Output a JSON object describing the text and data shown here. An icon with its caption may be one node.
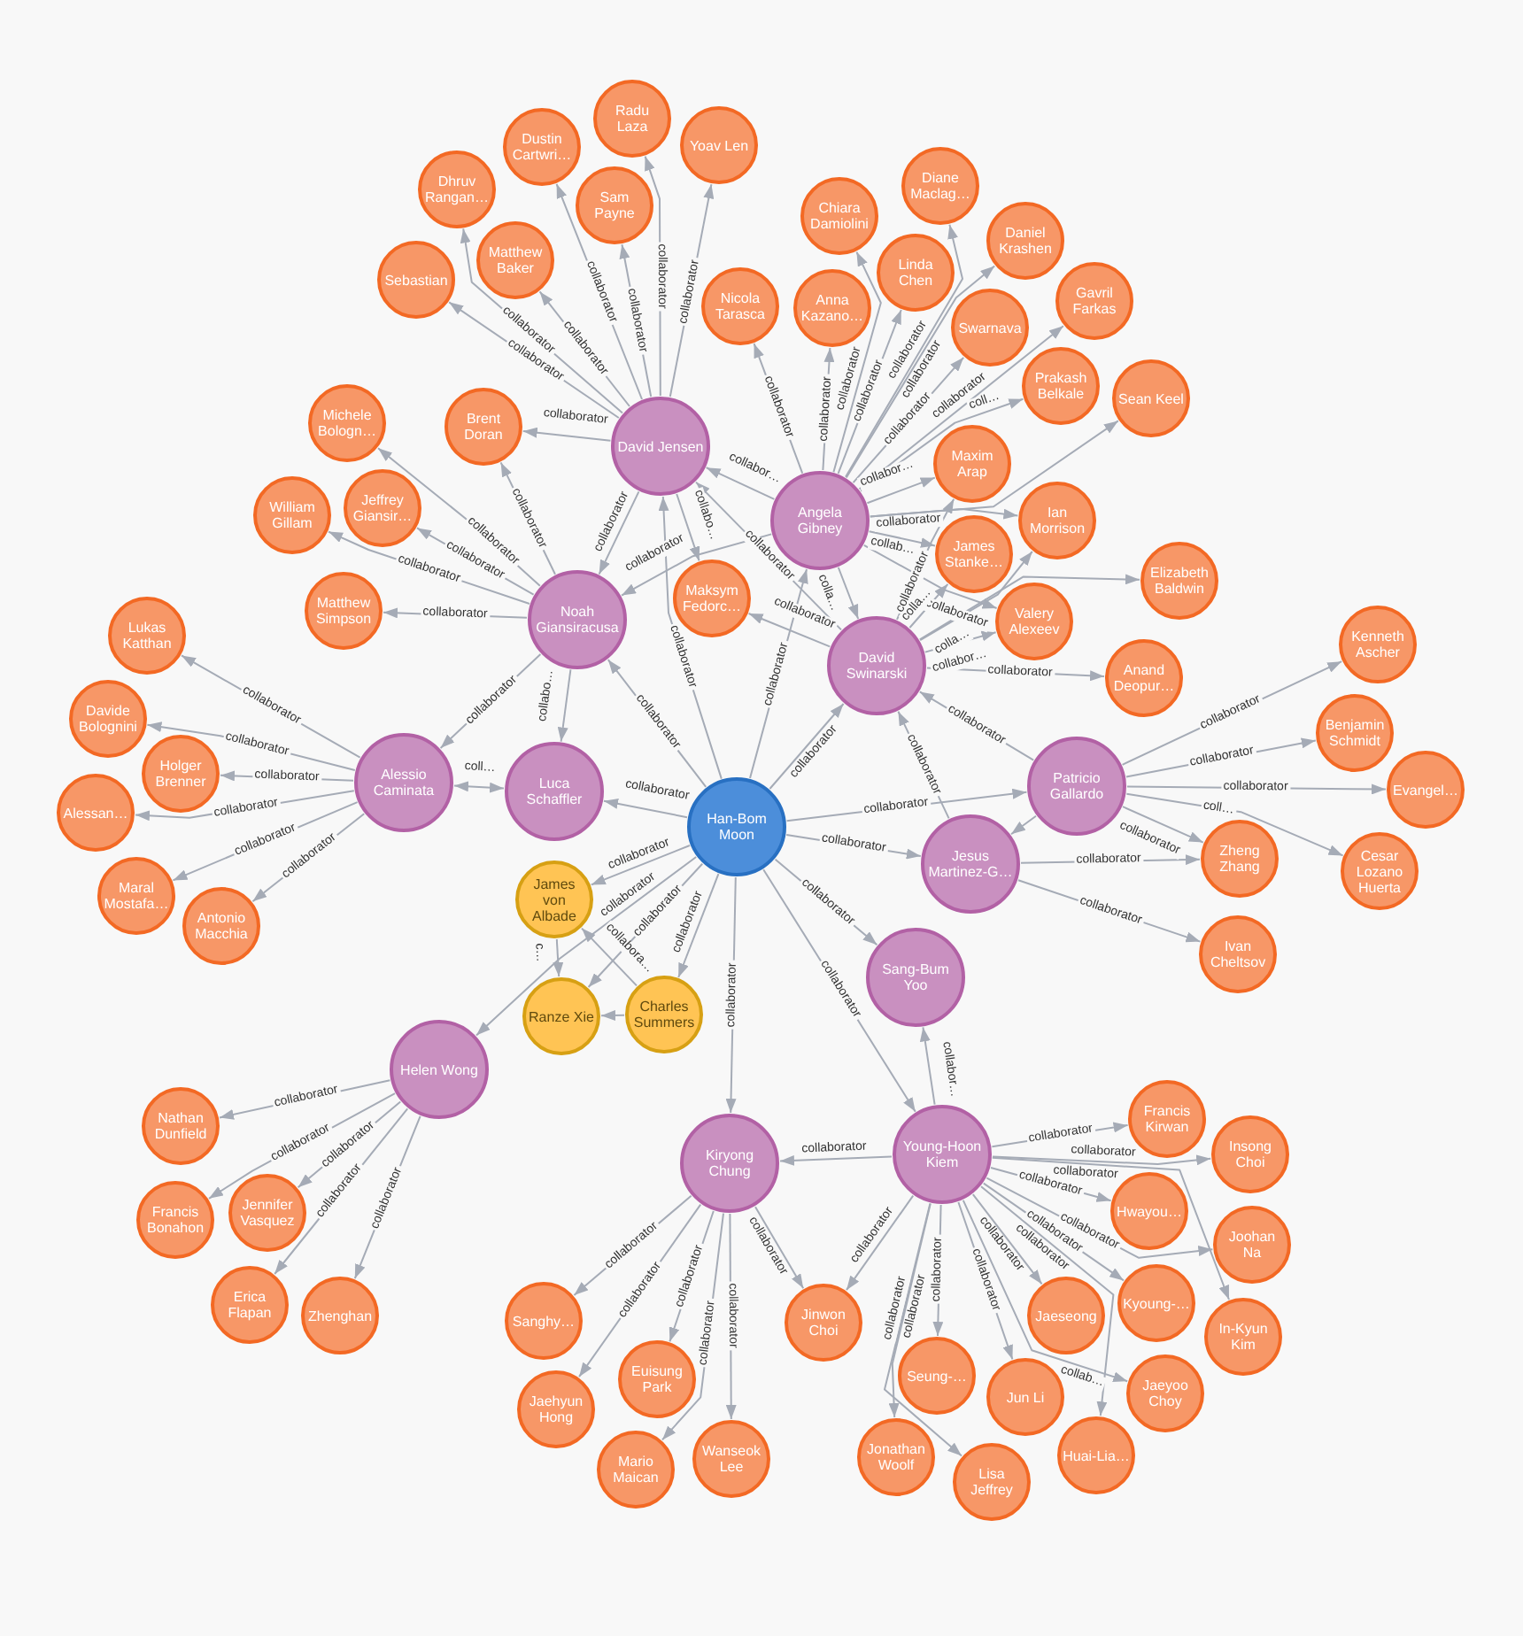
{
  "diagram": {
    "nodes": [
      {
        "text": [
          "Radu Laza"
        ]
      },
      {
        "text": [
          "Yoav Len"
        ]
      },
      {
        "text": [
          "Dustin Cartwri…"
        ]
      },
      {
        "text": [
          "Diane Maclag…"
        ]
      },
      {
        "text": [
          "Dhruv Rangan…"
        ]
      },
      {
        "text": [
          "Sam Payne"
        ]
      },
      {
        "text": [
          "Chiara Damiolini"
        ]
      },
      {
        "text": [
          "Daniel Krashen"
        ]
      },
      {
        "text": [
          "Matthew Baker"
        ]
      },
      {
        "text": [
          "Linda Chen"
        ]
      },
      {
        "text": [
          "Sebastian"
        ]
      },
      {
        "text": [
          "Gavril Farkas"
        ]
      },
      {
        "text": [
          "Nicola Tarasca"
        ]
      },
      {
        "text": [
          "Anna Kazano…"
        ]
      },
      {
        "text": [
          "Swarnava"
        ]
      },
      {
        "text": [
          "Prakash Belkale"
        ]
      },
      {
        "text": [
          "Sean Keel"
        ]
      },
      {
        "text": [
          "Michele Bologn…"
        ]
      },
      {
        "text": [
          "Brent Doran"
        ]
      },
      {
        "text": [
          "David Jensen"
        ]
      },
      {
        "text": [
          "Maxim Arap"
        ]
      },
      {
        "text": [
          "Jeffrey Giansir…"
        ]
      },
      {
        "text": [
          "William Gillam"
        ]
      },
      {
        "text": [
          "Ian Morrison"
        ]
      },
      {
        "text": [
          "Angela Gibney"
        ]
      },
      {
        "text": [
          "James Stanke…"
        ]
      },
      {
        "text": [
          "Elizabeth Baldwin"
        ]
      },
      {
        "text": [
          "Maksym Fedorc…"
        ]
      },
      {
        "text": [
          "Matthew Simpson"
        ]
      },
      {
        "text": [
          "Noah Giansiracusa"
        ]
      },
      {
        "text": [
          "Valery Alexeev"
        ]
      },
      {
        "text": [
          "Lukas Katthan"
        ]
      },
      {
        "text": [
          "Kenneth Ascher"
        ]
      },
      {
        "text": [
          "David Swinarski"
        ]
      },
      {
        "text": [
          "Anand Deopur…"
        ]
      },
      {
        "text": [
          "Davide Bolognini"
        ]
      },
      {
        "text": [
          "Benjamin Schmidt"
        ]
      },
      {
        "text": [
          "Holger Brenner"
        ]
      },
      {
        "text": [
          "Alessio Caminata"
        ]
      },
      {
        "text": [
          "Patricio Gallardo"
        ]
      },
      {
        "text": [
          "Luca Schaffler"
        ]
      },
      {
        "text": [
          "Evangel…"
        ]
      },
      {
        "text": [
          "Alessan…"
        ]
      },
      {
        "text": [
          "Han-Bom Moon"
        ]
      },
      {
        "text": [
          "Zheng Zhang"
        ]
      },
      {
        "text": [
          "Jesus Martinez-G…"
        ]
      },
      {
        "text": [
          "Cesar Lozano Huerta"
        ]
      },
      {
        "text": [
          "Maral Mostafa…"
        ]
      },
      {
        "text": [
          "James von Albade"
        ]
      },
      {
        "text": [
          "Antonio Macchia"
        ]
      },
      {
        "text": [
          "Ivan Cheltsov"
        ]
      },
      {
        "text": [
          "Sang-Bum Yoo"
        ]
      },
      {
        "text": [
          "Charles Summers"
        ]
      },
      {
        "text": [
          "Ranze Xie"
        ]
      },
      {
        "text": [
          "Helen Wong"
        ]
      },
      {
        "text": [
          "Francis Kirwan"
        ]
      },
      {
        "text": [
          "Nathan Dunfield"
        ]
      },
      {
        "text": [
          "Young-Hoon Kiem"
        ]
      },
      {
        "text": [
          "Insong Choi"
        ]
      },
      {
        "text": [
          "Kiryong Chung"
        ]
      },
      {
        "text": [
          "Hwayou…"
        ]
      },
      {
        "text": [
          "Jennifer Vasquez"
        ]
      },
      {
        "text": [
          "Francis Bonahon"
        ]
      },
      {
        "text": [
          "Joohan Na"
        ]
      },
      {
        "text": [
          "Kyoung-…"
        ]
      },
      {
        "text": [
          "Erica Flapan"
        ]
      },
      {
        "text": [
          "Zhenghan"
        ]
      },
      {
        "text": [
          "Jaeseong"
        ]
      },
      {
        "text": [
          "Sanghy…"
        ]
      },
      {
        "text": [
          "Jinwon Choi"
        ]
      },
      {
        "text": [
          "In-Kyun Kim"
        ]
      },
      {
        "text": [
          "Seung-…"
        ]
      },
      {
        "text": [
          "Euisung Park"
        ]
      },
      {
        "text": [
          "Jaeyoo Choy"
        ]
      },
      {
        "text": [
          "Jun Li"
        ]
      },
      {
        "text": [
          "Jaehyun Hong"
        ]
      },
      {
        "text": [
          "Huai-Lia…"
        ]
      },
      {
        "text": [
          "Jonathan Woolf"
        ]
      },
      {
        "text": [
          "Wanseok Lee"
        ]
      },
      {
        "text": [
          "Mario Maican"
        ]
      },
      {
        "text": [
          "Lisa Jeffrey"
        ]
      }
    ],
    "edges": [
      {
        "from": 19,
        "to": 10,
        "arrow": "to",
        "label": "collaborator"
      },
      {
        "from": 19,
        "to": 8,
        "arrow": "to",
        "label": "collaborator"
      },
      {
        "from": 19,
        "to": 4,
        "arrow": "to",
        "label": "collaborator"
      },
      {
        "from": 19,
        "to": 2,
        "arrow": "to",
        "label": "collaborator"
      },
      {
        "from": 19,
        "to": 5,
        "arrow": "to",
        "label": "collaborator"
      },
      {
        "from": 19,
        "to": 0,
        "arrow": "to",
        "label": "collaborator"
      },
      {
        "from": 19,
        "to": 1,
        "arrow": "to",
        "label": "collaborator"
      },
      {
        "from": 19,
        "to": 18,
        "arrow": "to",
        "label": "collaborator"
      },
      {
        "from": 19,
        "to": 29,
        "arrow": "to",
        "label": "collaborator"
      },
      {
        "from": 19,
        "to": 27,
        "arrow": "to",
        "label": "collabo…"
      },
      {
        "from": 33,
        "to": 19,
        "arrow": "to",
        "label": "collaborator"
      },
      {
        "from": 24,
        "to": 19,
        "arrow": "to",
        "label": "collabor…"
      },
      {
        "from": 24,
        "to": 29,
        "arrow": "to",
        "label": "collaborator"
      },
      {
        "from": 24,
        "to": 12,
        "arrow": "to",
        "label": "collaborator"
      },
      {
        "from": 24,
        "to": 13,
        "arrow": "to",
        "label": "collaborator"
      },
      {
        "from": 24,
        "to": 6,
        "arrow": "to",
        "label": "collaborator"
      },
      {
        "from": 24,
        "to": 9,
        "arrow": "to",
        "label": "collaborator"
      },
      {
        "from": 24,
        "to": 3,
        "arrow": "to",
        "label": "collaborator"
      },
      {
        "from": 24,
        "to": 14,
        "arrow": "to",
        "label": "collaborator"
      },
      {
        "from": 24,
        "to": 7,
        "arrow": "to",
        "label": "collaborator"
      },
      {
        "from": 24,
        "to": 11,
        "arrow": "to",
        "label": "collaborator"
      },
      {
        "from": 24,
        "to": 20,
        "arrow": "to",
        "label": "collabor…"
      },
      {
        "from": 24,
        "to": 15,
        "arrow": "to",
        "label": "coll…"
      },
      {
        "from": 24,
        "to": 16,
        "arrow": "to"
      },
      {
        "from": 24,
        "to": 23,
        "arrow": "to",
        "label": "collaborator"
      },
      {
        "from": 24,
        "to": 25,
        "arrow": "to",
        "label": "collab…"
      },
      {
        "from": 24,
        "to": 30,
        "arrow": "to",
        "label": "collaborator"
      },
      {
        "from": 24,
        "to": 33,
        "arrow": "to",
        "label": "colla…"
      },
      {
        "from": 33,
        "to": 20,
        "arrow": "to",
        "label": "collaborator"
      },
      {
        "from": 33,
        "to": 25,
        "arrow": "to",
        "label": "colla…"
      },
      {
        "from": 33,
        "to": 23,
        "arrow": "to",
        "label": "colla…"
      },
      {
        "from": 33,
        "to": 30,
        "arrow": "to",
        "label": "collabor…"
      },
      {
        "from": 33,
        "to": 26,
        "arrow": "to"
      },
      {
        "from": 33,
        "to": 34,
        "arrow": "to",
        "label": "collaborator"
      },
      {
        "from": 33,
        "to": 27,
        "arrow": "to",
        "label": "collaborator"
      },
      {
        "from": 43,
        "to": 19,
        "arrow": "to",
        "label": "collaborator"
      },
      {
        "from": 43,
        "to": 24,
        "arrow": "to",
        "label": "collaborator"
      },
      {
        "from": 43,
        "to": 33,
        "arrow": "to",
        "label": "collaborator"
      },
      {
        "from": 43,
        "to": 29,
        "arrow": "to",
        "label": "collaborator"
      },
      {
        "from": 43,
        "to": 40,
        "arrow": "to",
        "label": "collaborator"
      },
      {
        "from": 43,
        "to": 39,
        "arrow": "to",
        "label": "collaborator"
      },
      {
        "from": 43,
        "to": 45,
        "arrow": "to",
        "label": "collaborator"
      },
      {
        "from": 43,
        "to": 51,
        "arrow": "to",
        "label": "collaborator"
      },
      {
        "from": 43,
        "to": 57,
        "arrow": "to",
        "label": "collaborator"
      },
      {
        "from": 43,
        "to": 59,
        "arrow": "to",
        "label": "collaborator"
      },
      {
        "from": 43,
        "to": 52,
        "arrow": "to",
        "label": "collaborator"
      },
      {
        "from": 43,
        "to": 53,
        "arrow": "to",
        "label": "collaborator"
      },
      {
        "from": 43,
        "to": 54,
        "arrow": "to",
        "label": "collaborator"
      },
      {
        "from": 43,
        "to": 48,
        "arrow": "to",
        "label": "collaborator"
      },
      {
        "from": 29,
        "to": 28,
        "arrow": "to",
        "label": "collaborator"
      },
      {
        "from": 29,
        "to": 22,
        "arrow": "to",
        "label": "collaborator"
      },
      {
        "from": 29,
        "to": 21,
        "arrow": "to",
        "label": "collaborator"
      },
      {
        "from": 29,
        "to": 17,
        "arrow": "to",
        "label": "collaborator"
      },
      {
        "from": 29,
        "to": 18,
        "arrow": "to",
        "label": "collaborator"
      },
      {
        "from": 29,
        "to": 38,
        "arrow": "to",
        "label": "collaborator"
      },
      {
        "from": 29,
        "to": 40,
        "arrow": "to",
        "label": "collabo…"
      },
      {
        "from": 38,
        "to": 31,
        "arrow": "to",
        "label": "collaborator"
      },
      {
        "from": 38,
        "to": 35,
        "arrow": "to",
        "label": "collaborator"
      },
      {
        "from": 38,
        "to": 37,
        "arrow": "to",
        "label": "collaborator"
      },
      {
        "from": 38,
        "to": 42,
        "arrow": "to",
        "label": "collaborator"
      },
      {
        "from": 38,
        "to": 47,
        "arrow": "to",
        "label": "collaborator"
      },
      {
        "from": 38,
        "to": 49,
        "arrow": "to",
        "label": "collaborator"
      },
      {
        "from": 40,
        "to": 38,
        "arrow": "both",
        "label": "coll…"
      },
      {
        "from": 39,
        "to": 32,
        "arrow": "to",
        "label": "collaborator"
      },
      {
        "from": 39,
        "to": 36,
        "arrow": "to",
        "label": "collaborator"
      },
      {
        "from": 39,
        "to": 41,
        "arrow": "to",
        "label": "collaborator"
      },
      {
        "from": 39,
        "to": 44,
        "arrow": "to",
        "label": "collaborator"
      },
      {
        "from": 39,
        "to": 46,
        "arrow": "to",
        "label": "coll…"
      },
      {
        "from": 39,
        "to": 45,
        "arrow": "to"
      },
      {
        "from": 39,
        "to": 33,
        "arrow": "to",
        "label": "collaborator"
      },
      {
        "from": 45,
        "to": 44,
        "arrow": "to",
        "label": "collaborator"
      },
      {
        "from": 45,
        "to": 50,
        "arrow": "to",
        "label": "collaborator"
      },
      {
        "from": 45,
        "to": 33,
        "arrow": "to",
        "label": "collaborator"
      },
      {
        "from": 57,
        "to": 51,
        "arrow": "to",
        "label": "collabor…"
      },
      {
        "from": 57,
        "to": 59,
        "arrow": "to",
        "label": "collaborator"
      },
      {
        "from": 57,
        "to": 69,
        "arrow": "to",
        "label": "collaborator"
      },
      {
        "from": 57,
        "to": 55,
        "arrow": "to",
        "label": "collaborator"
      },
      {
        "from": 57,
        "to": 58,
        "arrow": "to",
        "label": "collaborator"
      },
      {
        "from": 57,
        "to": 60,
        "arrow": "to",
        "label": "collaborator"
      },
      {
        "from": 57,
        "to": 63,
        "arrow": "to",
        "label": "collaborator"
      },
      {
        "from": 57,
        "to": 64,
        "arrow": "to",
        "label": "collaborator"
      },
      {
        "from": 57,
        "to": 70,
        "arrow": "to",
        "label": "collaborator"
      },
      {
        "from": 57,
        "to": 67,
        "arrow": "to",
        "label": "collaborator"
      },
      {
        "from": 57,
        "to": 73,
        "arrow": "to",
        "label": "collab…"
      },
      {
        "from": 57,
        "to": 74,
        "arrow": "to",
        "label": "collaborator"
      },
      {
        "from": 57,
        "to": 76,
        "arrow": "to",
        "label": "collaborator"
      },
      {
        "from": 57,
        "to": 71,
        "arrow": "to",
        "label": "collaborator"
      },
      {
        "from": 57,
        "to": 77,
        "arrow": "to",
        "label": "collaborator"
      },
      {
        "from": 57,
        "to": 80,
        "arrow": "to",
        "label": "collaborator"
      },
      {
        "from": 59,
        "to": 68,
        "arrow": "to",
        "label": "collaborator"
      },
      {
        "from": 59,
        "to": 75,
        "arrow": "to",
        "label": "collaborator"
      },
      {
        "from": 59,
        "to": 72,
        "arrow": "to",
        "label": "collaborator"
      },
      {
        "from": 59,
        "to": 79,
        "arrow": "to",
        "label": "collaborator"
      },
      {
        "from": 59,
        "to": 78,
        "arrow": "to",
        "label": "collaborator"
      },
      {
        "from": 59,
        "to": 69,
        "arrow": "to",
        "label": "collaborator"
      },
      {
        "from": 54,
        "to": 56,
        "arrow": "to",
        "label": "collaborator"
      },
      {
        "from": 54,
        "to": 62,
        "arrow": "to",
        "label": "collaborator"
      },
      {
        "from": 54,
        "to": 61,
        "arrow": "to",
        "label": "collaborator"
      },
      {
        "from": 54,
        "to": 65,
        "arrow": "to",
        "label": "collaborator"
      },
      {
        "from": 54,
        "to": 66,
        "arrow": "to",
        "label": "collaborator"
      },
      {
        "from": 52,
        "to": 53,
        "arrow": "to"
      },
      {
        "from": 52,
        "to": 48,
        "arrow": "to",
        "label": "collabora…"
      },
      {
        "from": 48,
        "to": 53,
        "arrow": "to",
        "label": "c…"
      }
    ]
  }
}
